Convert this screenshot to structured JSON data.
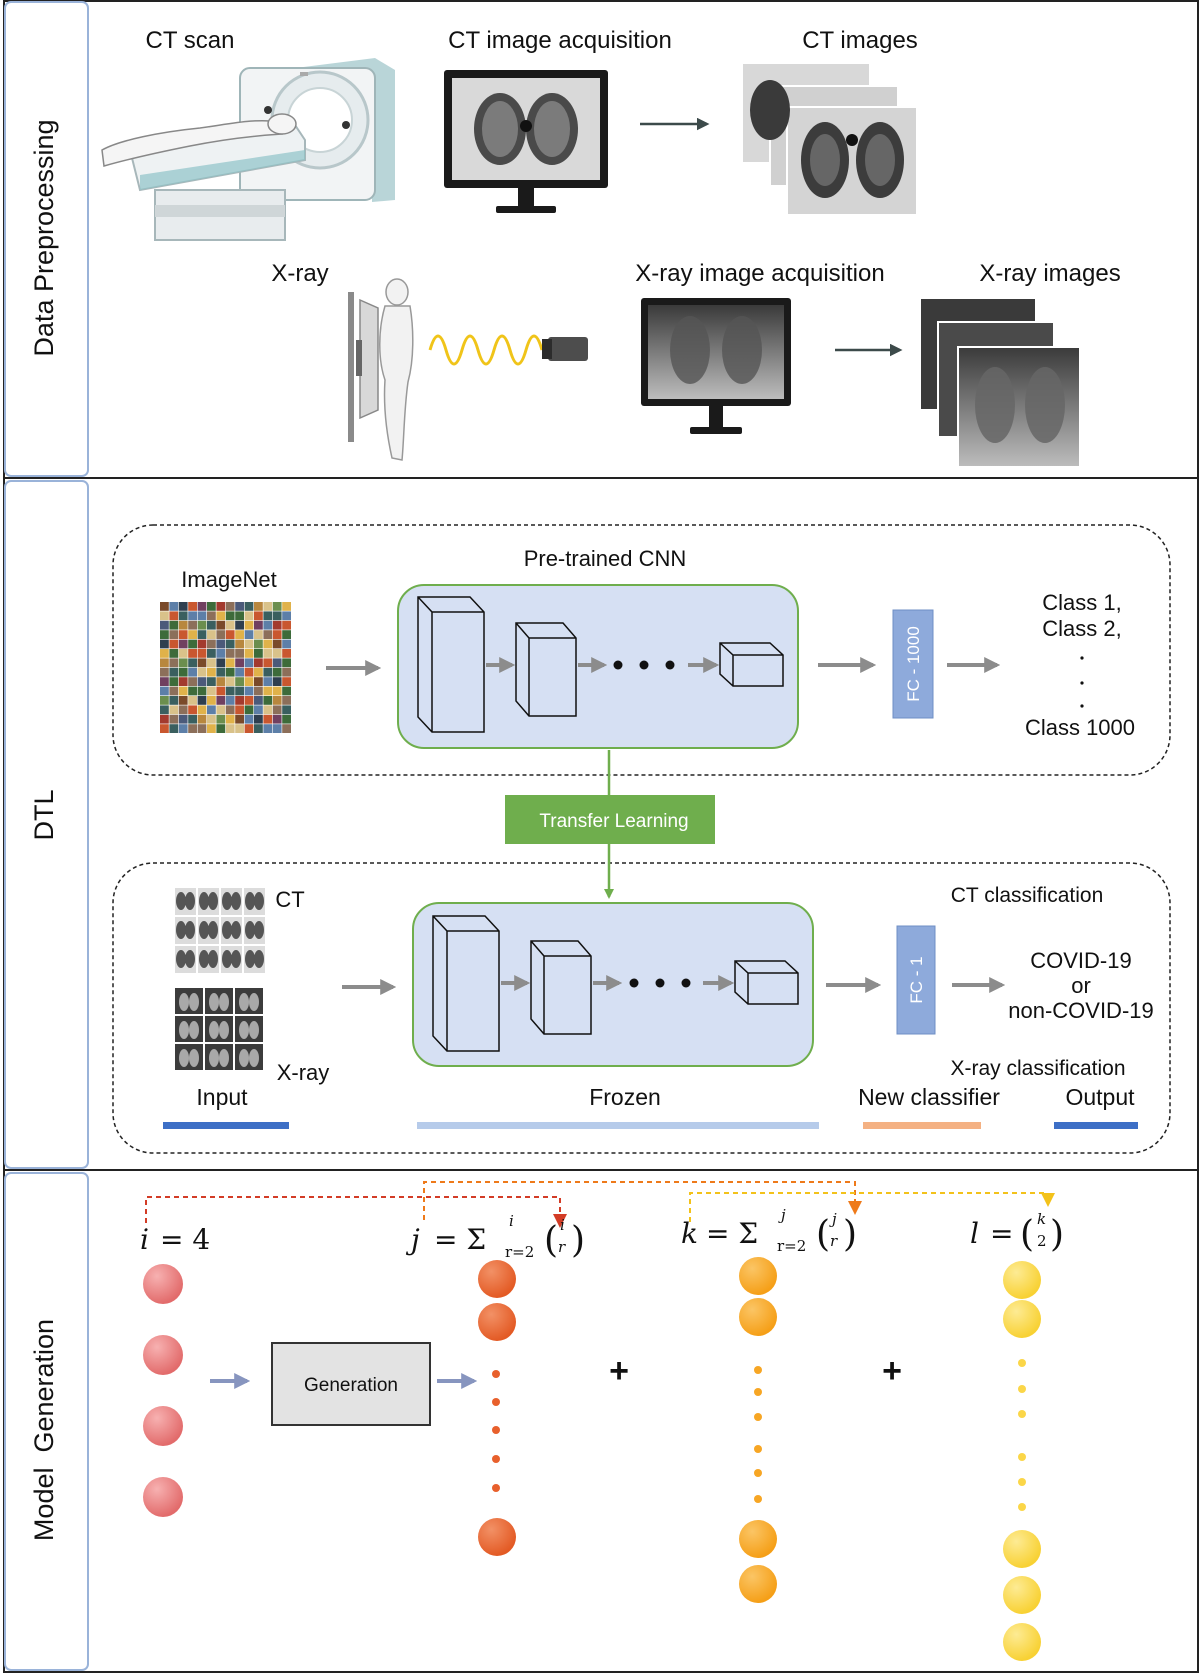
{
  "sections": {
    "preprocessing": "Data Preprocessing",
    "dtl": "DTL",
    "generation": "Model  Generation"
  },
  "preprocessing": {
    "ct_scan": "CT scan",
    "ct_acquisition": "CT image acquisition",
    "ct_images": "CT images",
    "xray": "X-ray",
    "xray_acquisition": "X-ray image acquisition",
    "xray_images": "X-ray images"
  },
  "dtl": {
    "imagenet": "ImageNet",
    "pretrained_cnn": "Pre-trained CNN",
    "fc_1000": "FC - 1000",
    "class_1": "Class 1,",
    "class_2": "Class 2,",
    "class_1000": "Class 1000",
    "transfer_learning": "Transfer Learning",
    "ct_tag": "CT",
    "xray_tag": "X-ray",
    "ct_classification": "CT classification",
    "fc_1": "FC - 1",
    "covid": "COVID-19",
    "or": "or",
    "non_covid": "non-COVID-19",
    "xray_classification": "X-ray classification",
    "input": "Input",
    "frozen": "Frozen",
    "new_classifier": "New classifier",
    "output": "Output"
  },
  "generation": {
    "generation_box": "Generation",
    "plus": "+",
    "i_var": "i",
    "i_eq": "= 4",
    "j_var": "j",
    "k_var": "k",
    "l_var": "l",
    "j_formula": "= Σ",
    "k_formula": "= Σ",
    "l_formula": "=",
    "sum_lower": "r=2",
    "r_var": "r",
    "two": "2"
  },
  "colors": {
    "frame": "#222222",
    "side_panel_border": "#9ab3d9",
    "cnn_fill": "#d6e0f3",
    "cnn_border": "#6fae4d",
    "fc_fill": "#8eaadb",
    "transfer_fill": "#6fae4d",
    "bar_input": "#3d6fc6",
    "bar_frozen": "#b6cbea",
    "bar_new": "#f4b183",
    "bar_output": "#3d6fc6",
    "ball_pink": "#e67575",
    "ball_red": "#e8602c",
    "ball_orange": "#f7a624",
    "ball_yellow": "#fbd648",
    "arrow_gray": "#8c8c8c",
    "arrow_blue": "#8795bf"
  }
}
